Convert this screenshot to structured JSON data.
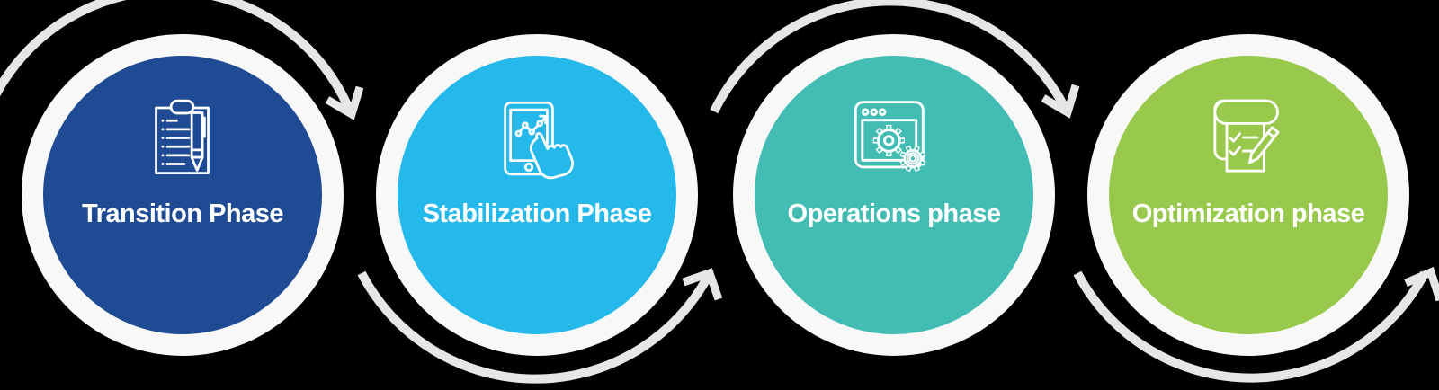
{
  "diagram": {
    "background": "#000000",
    "ring_color": "#F8F8F8",
    "arrow_color": "#E6E6E6",
    "label_color": "#FFFFFF",
    "icon_stroke_color": "#FFFFFF",
    "phases": [
      {
        "label": "Transition Phase",
        "color": "#1E4B93",
        "icon": "clipboard-pen-icon"
      },
      {
        "label": "Stabilization Phase",
        "color": "#25B9EB",
        "icon": "tablet-touch-chart-icon"
      },
      {
        "label": "Operations phase",
        "color": "#43BDB3",
        "icon": "browser-gears-icon"
      },
      {
        "label": "Optimization phase",
        "color": "#98C94C",
        "icon": "scroll-checklist-pencil-icon"
      }
    ]
  }
}
